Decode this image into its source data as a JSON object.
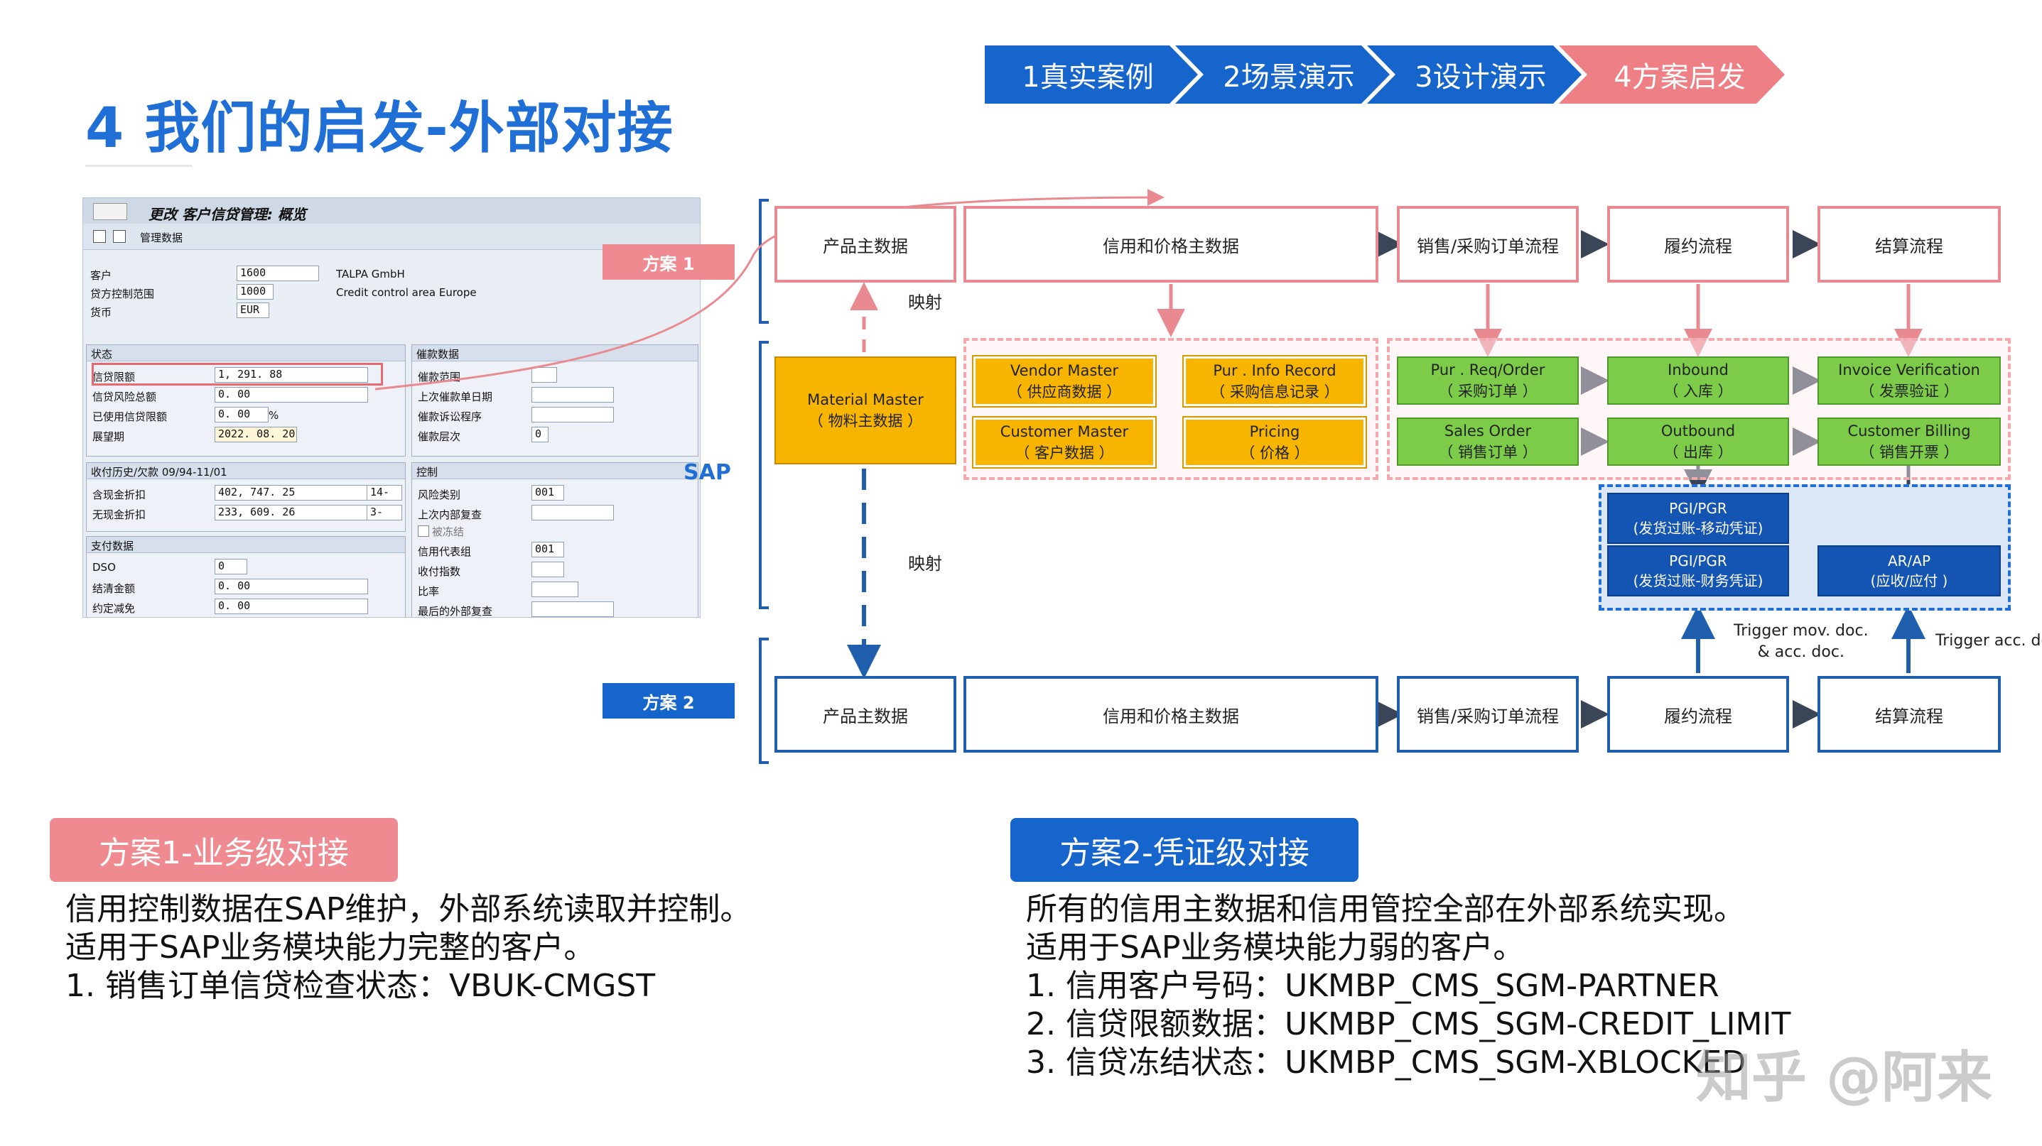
{
  "title": "4 我们的启发-外部对接",
  "steps": [
    "1真实案例",
    "2场景演示",
    "3设计演示",
    "4方案启发"
  ],
  "colors": {
    "accent_blue": "#1f6fd6",
    "step_blue": "#1565cc",
    "step_pink": "#ee7f84",
    "pink_border": "#e98a90",
    "yellow": "#f8b500",
    "green": "#7dcc49",
    "dark_blue": "#1455b3"
  },
  "sap": {
    "window_title": "更改 客户信贷管理: 概览",
    "toolbar": "管理数据",
    "fields": [
      {
        "label": "客户",
        "value": "1600",
        "extra": "TALPA GmbH"
      },
      {
        "label": "贷方控制范围",
        "value": "1000",
        "extra": "Credit control area Europe"
      },
      {
        "label": "货币",
        "value": "EUR",
        "extra": ""
      }
    ],
    "status": {
      "title": "状态",
      "rows": [
        {
          "label": "信贷限额",
          "value": "1, 291. 88",
          "unit": ""
        },
        {
          "label": "信贷风险总额",
          "value": "0. 00",
          "unit": ""
        },
        {
          "label": "已使用信贷限额",
          "value": "0. 00",
          "unit": "%"
        },
        {
          "label": "展望期",
          "value": "2022. 08. 20",
          "unit": ""
        }
      ]
    },
    "dunning": {
      "title": "催款数据",
      "rows": [
        "催款范围",
        "上次催款单日期",
        "催款诉讼程序",
        "催款层次"
      ],
      "level_value": "0"
    },
    "history": {
      "title": "收付历史/欠款 09/94-11/01",
      "rows": [
        {
          "label": "含现金折扣",
          "value": "402, 747. 25",
          "extra": "14-"
        },
        {
          "label": "无现金折扣",
          "value": "233, 609. 26",
          "extra": "3-"
        }
      ]
    },
    "control": {
      "title": "控制",
      "rows": [
        {
          "label": "风险类别",
          "value": "001"
        },
        {
          "label": "上次内部复查",
          "value": ""
        },
        {
          "label": "被冻结",
          "value": ""
        },
        {
          "label": "信用代表组",
          "value": "001"
        },
        {
          "label": "收付指数",
          "value": ""
        },
        {
          "label": "比率",
          "value": ""
        },
        {
          "label": "最后的外部复查",
          "value": ""
        }
      ]
    },
    "payment": {
      "title": "支付数据",
      "rows": [
        {
          "label": "DSO",
          "value": "0"
        },
        {
          "label": "结清金额",
          "value": "0. 00"
        },
        {
          "label": "约定减免",
          "value": "0. 00"
        }
      ]
    }
  },
  "diagram": {
    "plan1_tag": "方案 1",
    "plan2_tag": "方案 2",
    "sap_label": "SAP",
    "map_label": "映射",
    "top_row": [
      "产品主数据",
      "信用和价格主数据",
      "销售/采购订单流程",
      "履约流程",
      "结算流程"
    ],
    "bottom_row": [
      "产品主数据",
      "信用和价格主数据",
      "销售/采购订单流程",
      "履约流程",
      "结算流程"
    ],
    "material_master": {
      "line1": "Material Master",
      "line2": "（ 物料主数据 ）"
    },
    "yellow": [
      {
        "line1": "Vendor Master",
        "line2": "（ 供应商数据 ）"
      },
      {
        "line1": "Pur . Info Record",
        "line2": "（ 采购信息记录 ）"
      },
      {
        "line1": "Customer Master",
        "line2": "（ 客户数据 ）"
      },
      {
        "line1": "Pricing",
        "line2": "（ 价格 ）"
      }
    ],
    "green": [
      {
        "line1": "Pur . Req/Order",
        "line2": "（ 采购订单 ）"
      },
      {
        "line1": "Inbound",
        "line2": "（ 入库 ）"
      },
      {
        "line1": "Invoice Verification",
        "line2": "（ 发票验证 ）"
      },
      {
        "line1": "Sales Order",
        "line2": "（ 销售订单 ）"
      },
      {
        "line1": "Outbound",
        "line2": "（ 出库 ）"
      },
      {
        "line1": "Customer Billing",
        "line2": "（ 销售开票 ）"
      }
    ],
    "blue": [
      {
        "line1": "PGI/PGR",
        "line2": "(发货过账-移动凭证)"
      },
      {
        "line1": "PGI/PGR",
        "line2": "(发货过账-财务凭证)"
      },
      {
        "line1": "AR/AP",
        "line2": "(应收/应付 )"
      }
    ],
    "trigger1_line1": "Trigger mov. doc.",
    "trigger1_line2": "& acc. doc.",
    "trigger2": "Trigger acc. do"
  },
  "plan1": {
    "pill": "方案1-业务级对接",
    "lines": [
      "信用控制数据在SAP维护，外部系统读取并控制。",
      "适用于SAP业务模块能力完整的客户。",
      "1. 销售订单信贷检查状态：VBUK-CMGST"
    ]
  },
  "plan2": {
    "pill": "方案2-凭证级对接",
    "lines": [
      "所有的信用主数据和信用管控全部在外部系统实现。",
      "适用于SAP业务模块能力弱的客户。",
      "1. 信用客户号码：UKMBP_CMS_SGM-PARTNER",
      "2. 信贷限额数据：UKMBP_CMS_SGM-CREDIT_LIMIT",
      "3. 信贷冻结状态：UKMBP_CMS_SGM-XBLOCKED"
    ]
  },
  "watermark": "知乎 @阿来"
}
